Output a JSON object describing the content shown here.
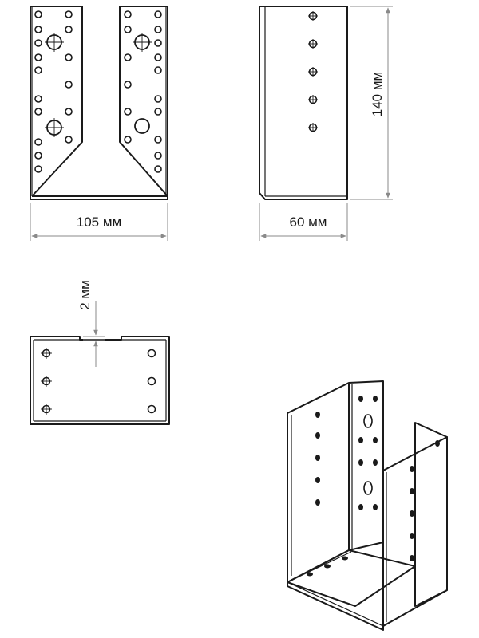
{
  "dimensions": {
    "width_label": "105 мм",
    "depth_label": "60 мм",
    "height_label": "140 мм",
    "thickness_label": "2 мм"
  },
  "colors": {
    "line": "#1a1a1a",
    "dimension": "#8a8a8a",
    "background": "#ffffff"
  }
}
